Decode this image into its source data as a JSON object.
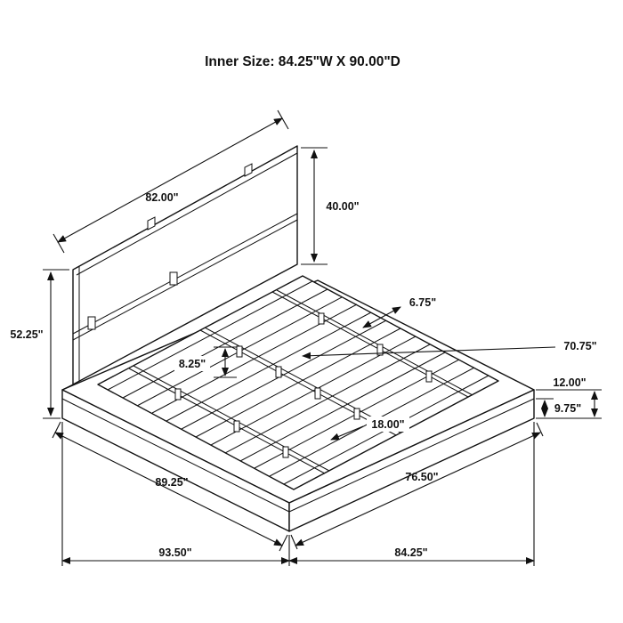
{
  "title": "Inner Size: 84.25\"W X 90.00\"D",
  "colors": {
    "line": "#111111",
    "background": "#ffffff",
    "text": "#111111"
  },
  "diagram": {
    "type": "furniture-dimension-drawing",
    "subject": "platform bed with headboard, isometric view with slat deck",
    "labels": {
      "headboard_width": "82.00\"",
      "headboard_panel_height": "40.00\"",
      "headboard_total_height": "52.25\"",
      "side_rail_width": "6.75\"",
      "slat_length": "70.75\"",
      "rail_height": "8.25\"",
      "center_support": "18.00\"",
      "base_height": "9.75\"",
      "platform_height": "12.00\"",
      "platform_left_edge": "89.25\"",
      "platform_right_edge": "76.50\"",
      "overall_depth": "93.50\"",
      "overall_width": "84.25\""
    }
  }
}
